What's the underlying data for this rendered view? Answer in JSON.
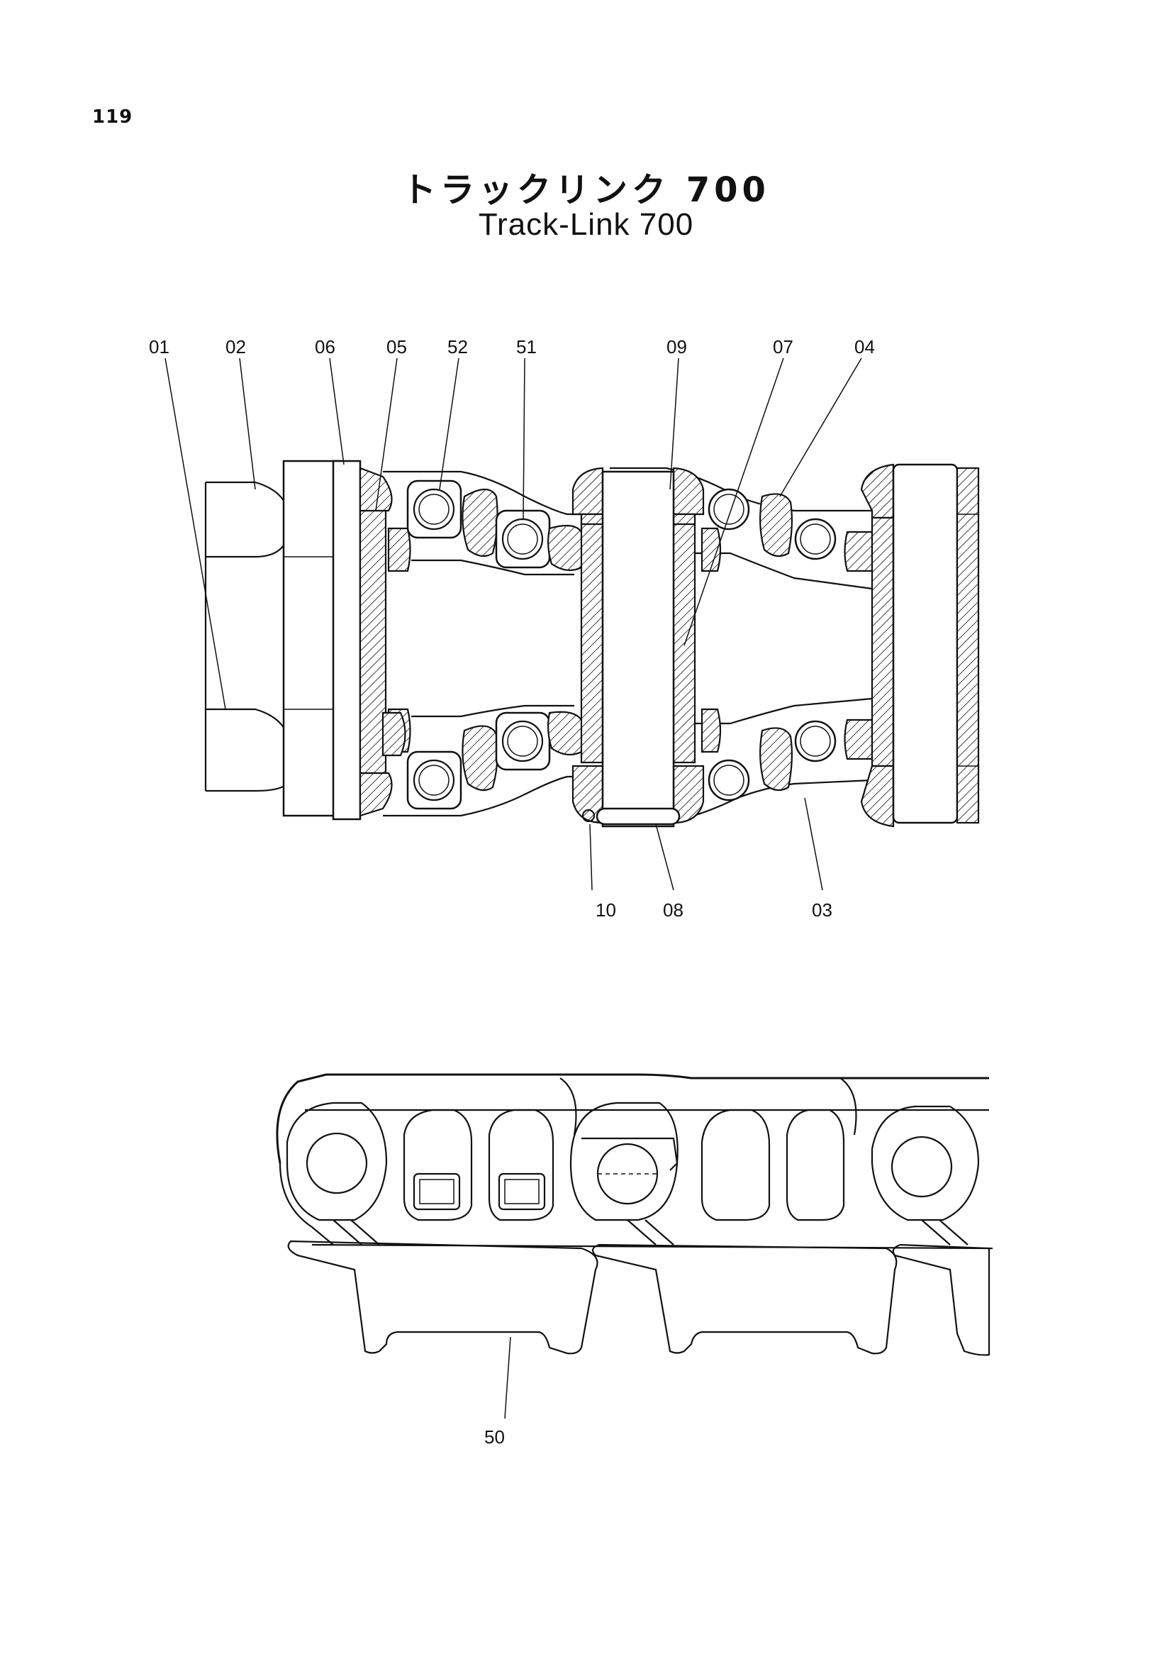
{
  "page_number": "119",
  "title_jp": "トラックリンク 700",
  "title_en": "Track-Link 700",
  "callouts_top": [
    "01",
    "02",
    "06",
    "05",
    "52",
    "51",
    "09",
    "07",
    "04"
  ],
  "callouts_bottom": [
    "10",
    "08",
    "03"
  ],
  "callout_shoe": "50"
}
